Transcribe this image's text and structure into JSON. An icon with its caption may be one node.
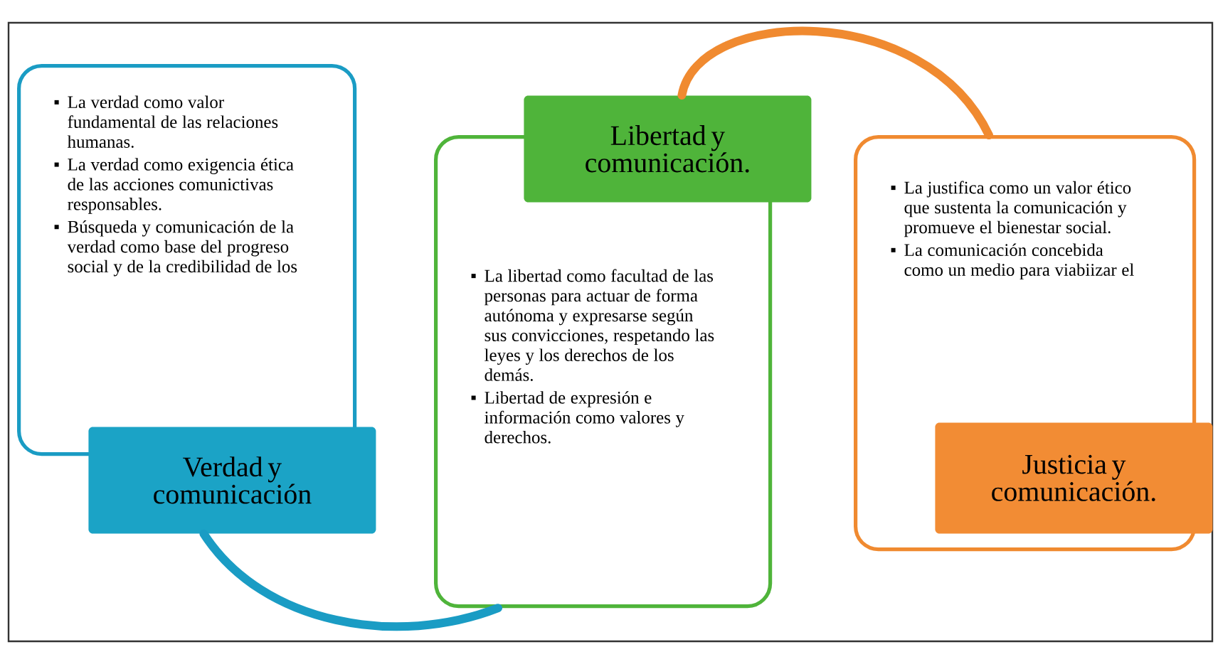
{
  "diagram": {
    "nodes": [
      {
        "text": [
          "La verdad como valor fundamental de las relaciones humanas.",
          "La verdad como exigencia ética de las acciones comunictivas responsables.",
          "Búsqueda y comunicación de la verdad como base del progreso social y de la credibilidad de los"
        ]
      },
      {
        "text": [
          "Verdad y comunicación"
        ]
      },
      {
        "text": [
          "Libertad y comunicación."
        ]
      },
      {
        "text": [
          "La libertad como facultad de las personas para actuar de forma autónoma y expresarse según sus convicciones, respetando las leyes y los derechos de los demás.",
          "Libertad de expresión e información como valores y derechos."
        ]
      },
      {
        "text": [
          "La justifica como un valor ético que sustenta la comunicación y promueve el bienestar social.",
          "La comunicación concebida como un medio para viabiizar el"
        ]
      },
      {
        "text": [
          "Justicia y comunicación."
        ]
      }
    ],
    "edges": [
      {
        "from": 1,
        "to": 3,
        "arrow": "none",
        "color": "#1a9cc4"
      },
      {
        "from": 2,
        "to": 4,
        "arrow": "none",
        "color": "#f08a30"
      }
    ]
  }
}
